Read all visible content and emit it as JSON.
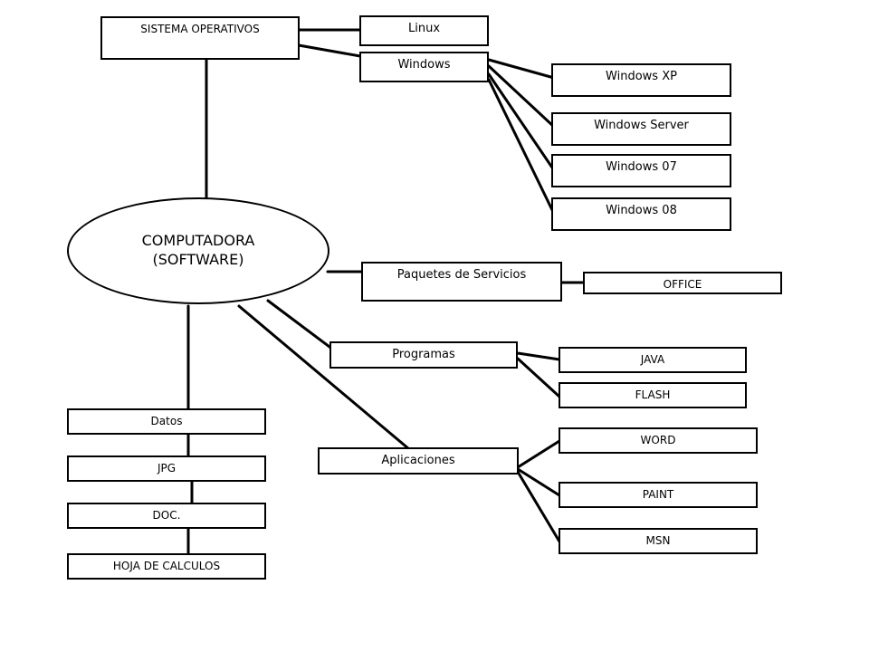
{
  "nodes": {
    "sistema": "SISTEMA  OPERATIVOS",
    "linux": "Linux",
    "windows": "Windows",
    "winxp": "Windows XP",
    "winserver": "Windows Server",
    "win07": "Windows 07",
    "win08": "Windows 08",
    "computadora_line1": "COMPUTADORA",
    "computadora_line2": "(SOFTWARE)",
    "paquetes": "Paquetes de Servicios",
    "office": "OFFICE",
    "programas": "Programas",
    "java": "JAVA",
    "flash": "FLASH",
    "aplicaciones": "Aplicaciones",
    "word": "WORD",
    "paint": "PAINT",
    "msn": "MSN",
    "datos": "Datos",
    "jpg": "JPG",
    "doc": "DOC.",
    "hoja": "HOJA DE CALCULOS"
  }
}
